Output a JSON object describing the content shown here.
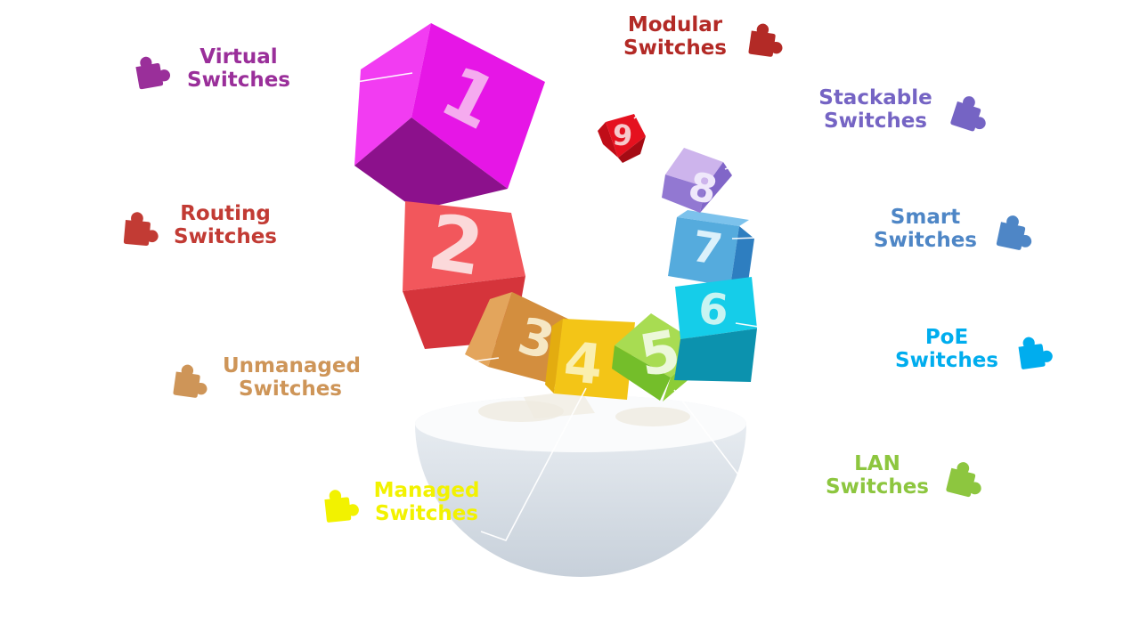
{
  "canvas": {
    "background": "#FFFFFF"
  },
  "labels": [
    {
      "id": "virtual",
      "text": "Virtual Switches",
      "color": "#9A2F9A",
      "icon": "puzzle-icon"
    },
    {
      "id": "modular",
      "text": "Modular Switches",
      "color": "#B32A26",
      "icon": "puzzle-icon"
    },
    {
      "id": "stackable",
      "text": "Stackable Switches",
      "color": "#7564C4",
      "icon": "puzzle-icon"
    },
    {
      "id": "routing",
      "text": "Routing Switches",
      "color": "#C23B34",
      "icon": "puzzle-icon"
    },
    {
      "id": "smart",
      "text": "Smart Switches",
      "color": "#4E86C6",
      "icon": "puzzle-icon"
    },
    {
      "id": "unmanaged",
      "text": "Unmanaged Switches",
      "color": "#CE9558",
      "icon": "puzzle-icon"
    },
    {
      "id": "poe",
      "text": "PoE Switches",
      "color": "#00ADEE",
      "icon": "puzzle-icon"
    },
    {
      "id": "managed",
      "text": "Managed Switches",
      "color": "#F2F200",
      "icon": "puzzle-icon"
    },
    {
      "id": "lan",
      "text": "LAN Switches",
      "color": "#8DC63F",
      "icon": "puzzle-icon"
    }
  ],
  "cubes": [
    {
      "number": "1",
      "face_light": "#F23CF2",
      "face_main": "#E616E6",
      "face_dark": "#8C118C",
      "number_color": "#F5ABEF"
    },
    {
      "number": "2",
      "face_light": "#F2575C",
      "face_main": "#F2575C",
      "face_dark": "#D5343B",
      "number_color": "#FBD9DA"
    },
    {
      "number": "3",
      "face_light": "#E3A55C",
      "face_main": "#D38E3E",
      "face_dark": "#C07F33",
      "number_color": "#F6E7C4"
    },
    {
      "number": "4",
      "face_light": "#E3AC10",
      "face_main": "#F3C517",
      "face_dark": "#E0A90F",
      "number_color": "#FAEFAF"
    },
    {
      "number": "5",
      "face_light": "#A8DC52",
      "face_main": "#74BE2A",
      "face_dark": "#8CCD36",
      "number_color": "#ECF8DA"
    },
    {
      "number": "6",
      "face_light": "#15CDE9",
      "face_main": "#15CDE9",
      "face_dark": "#0C92AE",
      "number_color": "#C8F4F2"
    },
    {
      "number": "7",
      "face_light": "#7CC2EC",
      "face_main": "#55ABDD",
      "face_dark": "#2E7EC0",
      "number_color": "#DCF1FB"
    },
    {
      "number": "8",
      "face_light": "#CDB4EC",
      "face_main": "#9278D2",
      "face_dark": "#8166C8",
      "number_color": "#EFE8FB"
    },
    {
      "number": "9",
      "face_light": "#C00D18",
      "face_main": "#E5111F",
      "face_dark": "#A50B14",
      "number_color": "#F6C9CB"
    }
  ],
  "bowl": {
    "rim_color": "#FAFBFC",
    "body_top": "#EDF1F5",
    "body_bottom": "#C7D0DA",
    "shadow_patch": "#EFEBE0"
  },
  "art": {
    "leader_line_color": "#FFFFFF"
  }
}
